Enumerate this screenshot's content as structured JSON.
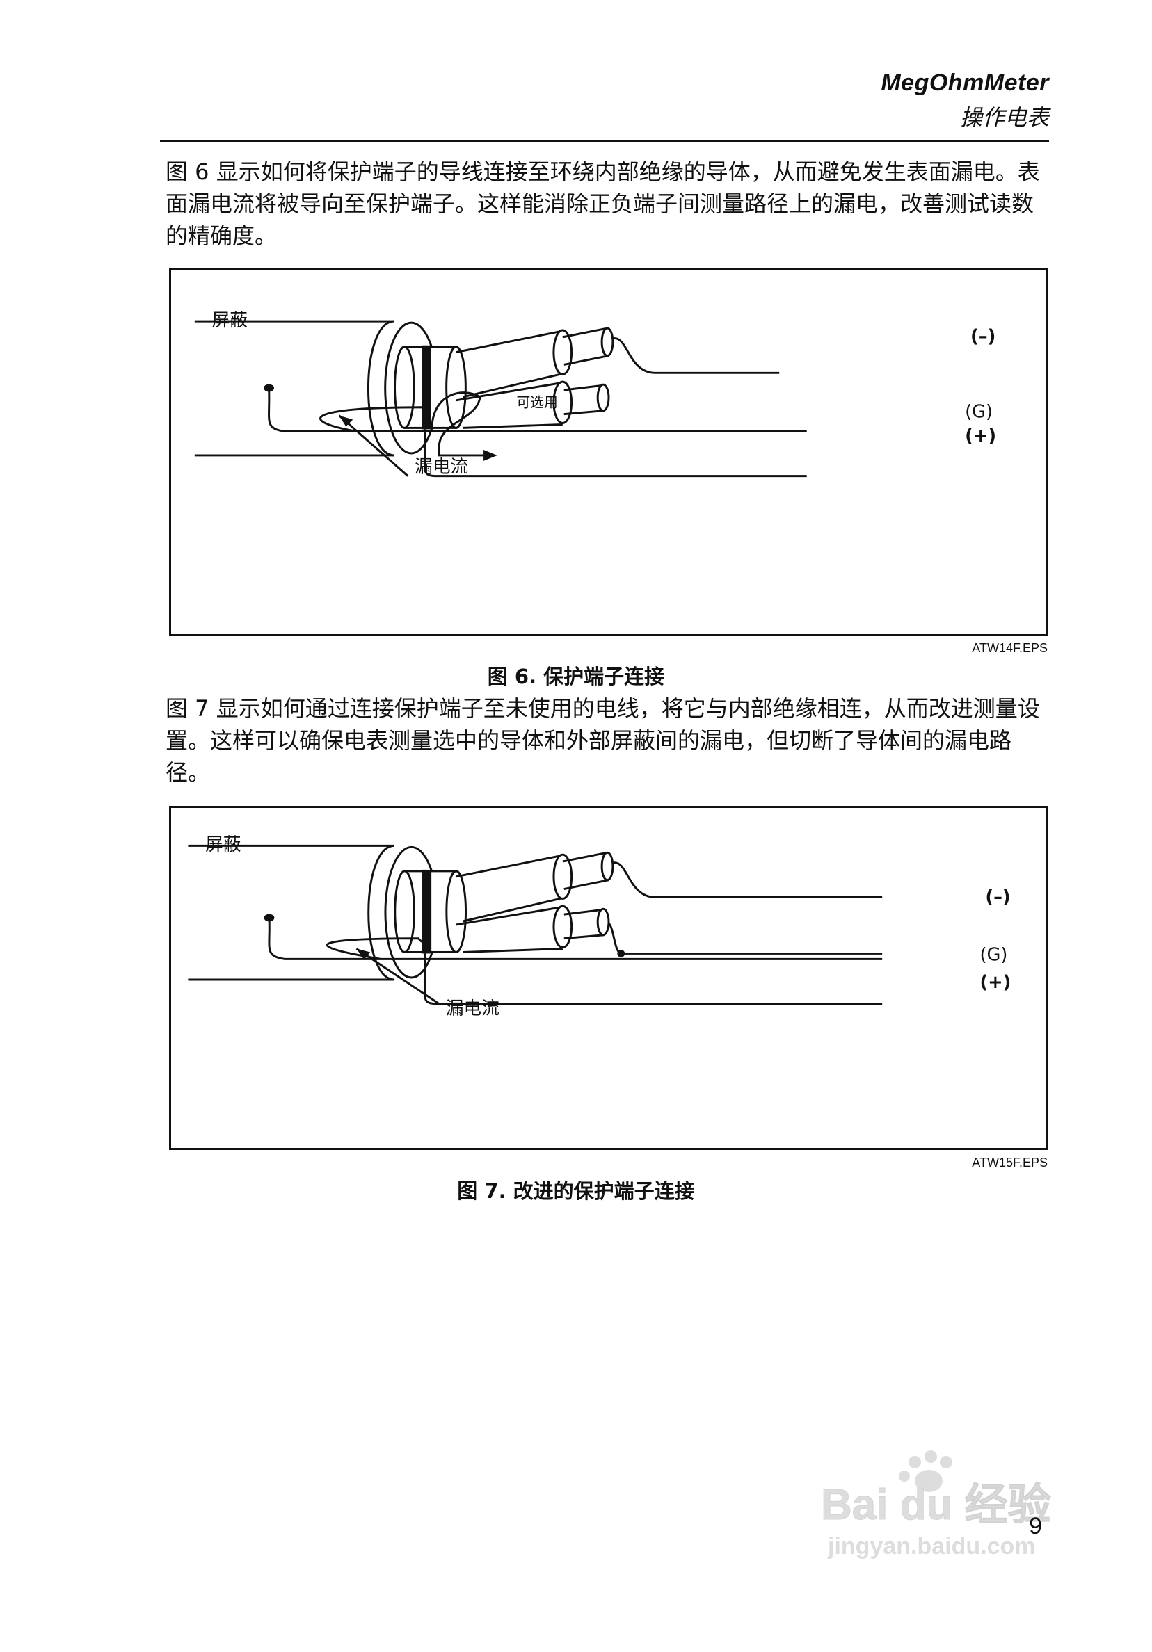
{
  "header": {
    "title": "MegOhmMeter",
    "subtitle": "操作电表"
  },
  "paragraphs": {
    "p1": "图 6 显示如何将保护端子的导线连接至环绕内部绝缘的导体，从而避免发生表面漏电。表面漏电流将被导向至保护端子。这样能消除正负端子间测量路径上的漏电，改善测试读数的精确度。",
    "p2": "图 7 显示如何通过连接保护端子至未使用的电线，将它与内部绝缘相连，从而改进测量设置。这样可以确保电表测量选中的导体和外部屏蔽间的漏电，但切断了导体间的漏电路径。"
  },
  "figure6": {
    "shield_label": "屏蔽",
    "optional_label": "可选用",
    "leakage_label": "漏电流",
    "terminal_minus": "(–)",
    "terminal_guard": "(G)",
    "terminal_plus": "(+)",
    "file_id": "ATW14F.EPS",
    "caption": "图 6. 保护端子连接"
  },
  "figure7": {
    "shield_label": "屏蔽",
    "leakage_label": "漏电流",
    "terminal_minus": "(–)",
    "terminal_guard": "(G)",
    "terminal_plus": "(+)",
    "file_id": "ATW15F.EPS",
    "caption": "图 7. 改进的保护端子连接"
  },
  "page_number": "9",
  "watermark": {
    "brand": "Bai du 经验",
    "url": "jingyan.baidu.com"
  }
}
